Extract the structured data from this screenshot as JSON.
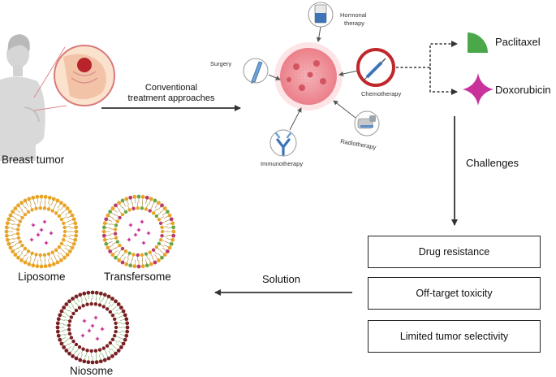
{
  "labels": {
    "breast_tumor": "Breast tumor",
    "conventional": "Conventional",
    "treatment_approaches": "treatment approaches",
    "surgery": "Surgery",
    "hormonal": "Hormonal",
    "therapy": "therapy",
    "chemotherapy": "Chemotherapy",
    "radiotherapy": "Radiotherapy",
    "immunotherapy": "Immunotherapy",
    "paclitaxel": "Paclitaxel",
    "doxorubicin": "Doxorubicin",
    "challenges": "Challenges",
    "solution": "Solution",
    "liposome": "Liposome",
    "transfersome": "Transfersome",
    "niosome": "Niosome"
  },
  "challenge_boxes": [
    "Drug resistance",
    "Off-target toxicity",
    "Limited tumor selectivity"
  ],
  "colors": {
    "chemo_ring": "#c0282c",
    "paclitaxel": "#4aa84a",
    "doxorubicin": "#c8329a",
    "tumor": "#f08d95",
    "liposome_shell": "#e9a427",
    "niosome_shell": "#7a1f22",
    "drug_dots": "#c8329a",
    "arrow": "#333333"
  },
  "icons": [
    "woman-silhouette-icon",
    "breast-tumor-zoom-icon",
    "scalpel-icon",
    "hormone-vial-icon",
    "syringe-icon",
    "radiotherapy-machine-icon",
    "antibody-icon",
    "tumor-cell-cluster-icon",
    "paclitaxel-shape-icon",
    "doxorubicin-shape-icon",
    "liposome-icon",
    "transfersome-icon",
    "niosome-icon"
  ]
}
